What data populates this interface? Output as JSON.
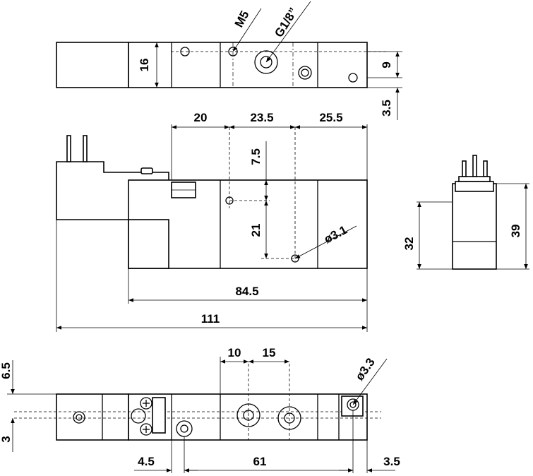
{
  "top_view": {
    "callouts": {
      "m5": "M5",
      "g18": "G1/8”"
    },
    "dims": {
      "h16": "16",
      "d9": "9",
      "d35": "3.5"
    }
  },
  "front_view": {
    "dims": {
      "w20": "20",
      "w235": "23.5",
      "w255": "25.5",
      "h75": "7.5",
      "h21": "21",
      "hole": "ø3.1",
      "w845": "84.5",
      "w111": "111"
    }
  },
  "side_view": {
    "dims": {
      "h32": "32",
      "h39": "39"
    }
  },
  "bottom_view": {
    "dims": {
      "w10": "10",
      "w15": "15",
      "hole": "ø3.3",
      "h65": "6.5",
      "h3": "3",
      "w45": "4.5",
      "w61": "61",
      "w35": "3.5"
    }
  }
}
